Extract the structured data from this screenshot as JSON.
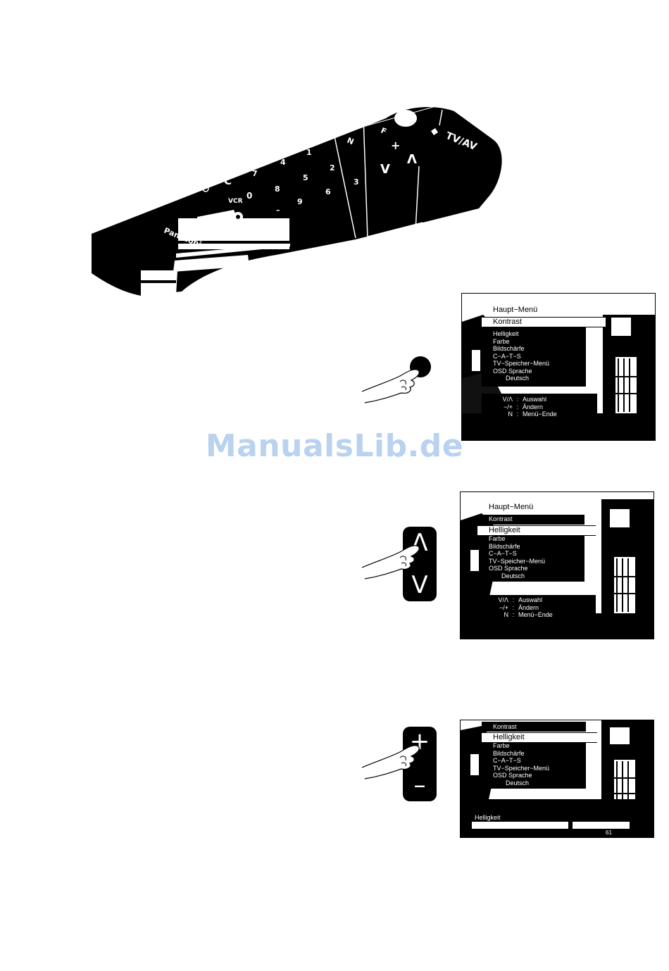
{
  "remote": {
    "brand": "Panasonic",
    "keys": {
      "n": "N",
      "f": "F",
      "tv_av": "TV/AV",
      "vcr": "VCR",
      "c": "C",
      "plus": "+",
      "minus": "–",
      "up": "Λ",
      "down": "V",
      "d1": "1",
      "d2": "2",
      "d3": "3",
      "d4": "4",
      "d5": "5",
      "d6": "6",
      "d7": "7",
      "d8": "8",
      "d9": "9",
      "d0": "0"
    }
  },
  "watermark": "ManualsLib.de",
  "step2": {
    "up_glyph": "Λ",
    "down_glyph": "V"
  },
  "step3": {
    "plus_glyph": "+",
    "minus_glyph": "–"
  },
  "screen1": {
    "title": "Haupt−Menü",
    "selected": "Kontrast",
    "items": [
      "Helligkeit",
      "Farbe",
      "Bildschärfe",
      "C−A−T−S",
      "TV−Speicher−Menü",
      "OSD Sprache"
    ],
    "language": "Deutsch",
    "hints": [
      {
        "key": "V/Λ",
        "text": "Auswahl"
      },
      {
        "key": "−/+",
        "text": "Ändern"
      },
      {
        "key": "N",
        "text": "Menü−Ende"
      }
    ]
  },
  "screen2": {
    "title": "Haupt−Menü",
    "first": "Kontrast",
    "selected": "Helligkeit",
    "items": [
      "Farbe",
      "Bildschärfe",
      "C−A−T−S",
      "TV−Speicher−Menü",
      "OSD Sprache"
    ],
    "language": "Deutsch",
    "hints": [
      {
        "key": "V/Λ",
        "text": "Auswahl"
      },
      {
        "key": "−/+",
        "text": "Ändern"
      },
      {
        "key": "N",
        "text": "Menü−Ende"
      }
    ]
  },
  "screen3": {
    "first": "Kontrast",
    "selected": "Helligkeit",
    "items": [
      "Farbe",
      "Bildschärfe",
      "C−A−T−S",
      "TV−Speicher−Menü",
      "OSD Sprache"
    ],
    "language": "Deutsch",
    "bar_label": "Helligkeit",
    "bar_value": "61",
    "bar_level": 0.61
  }
}
